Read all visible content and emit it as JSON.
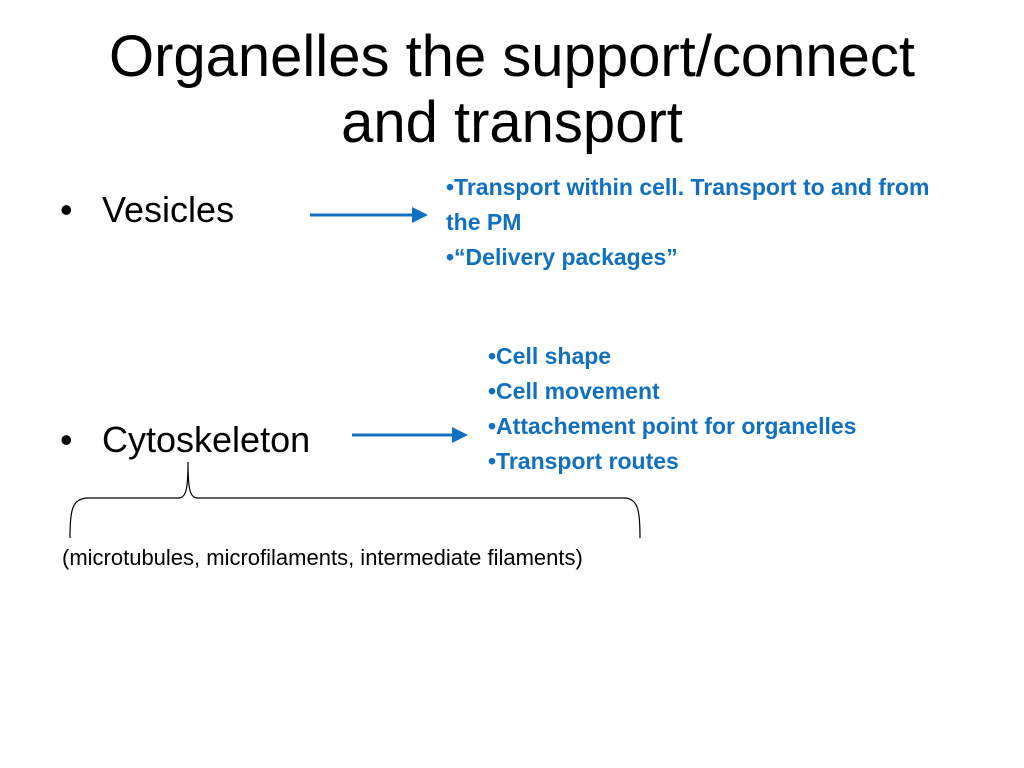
{
  "slide": {
    "title_lines": [
      "Organelles the support/connect",
      "and transport"
    ],
    "bullets": [
      {
        "marker": "•",
        "label": "Vesicles",
        "details": [
          "•Transport within cell.  Transport to and from",
          "the PM",
          "•“Delivery packages”"
        ]
      },
      {
        "marker": "•",
        "label": "Cytoskeleton",
        "details": [
          "•Cell shape",
          "•Cell movement",
          "•Attachement  point for organelles",
          "•Transport routes"
        ]
      }
    ],
    "brace_caption": "(microtubules, microfilaments, intermediate filaments)",
    "colors": {
      "accent": "#1170c0",
      "text": "#000000",
      "background": "#ffffff"
    }
  }
}
